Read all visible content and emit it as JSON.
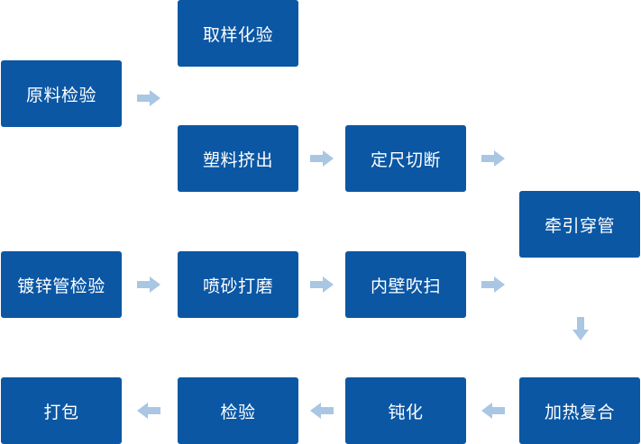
{
  "colors": {
    "box_fill": "#0b57a4",
    "box_text": "#ffffff",
    "arrow": "#a9c6e3"
  },
  "steps": {
    "sampling_test": "取样化验",
    "raw_material_inspection": "原料检验",
    "plastic_extrusion": "塑料挤出",
    "cut_to_length": "定尺切断",
    "pulling_threading": "牵引穿管",
    "galvanized_pipe_inspection": "镀锌管检验",
    "sandblasting": "喷砂打磨",
    "inner_wall_blowing": "内壁吹扫",
    "packing": "打包",
    "inspection": "检验",
    "passivation": "钝化",
    "heat_compounding": "加热复合"
  }
}
